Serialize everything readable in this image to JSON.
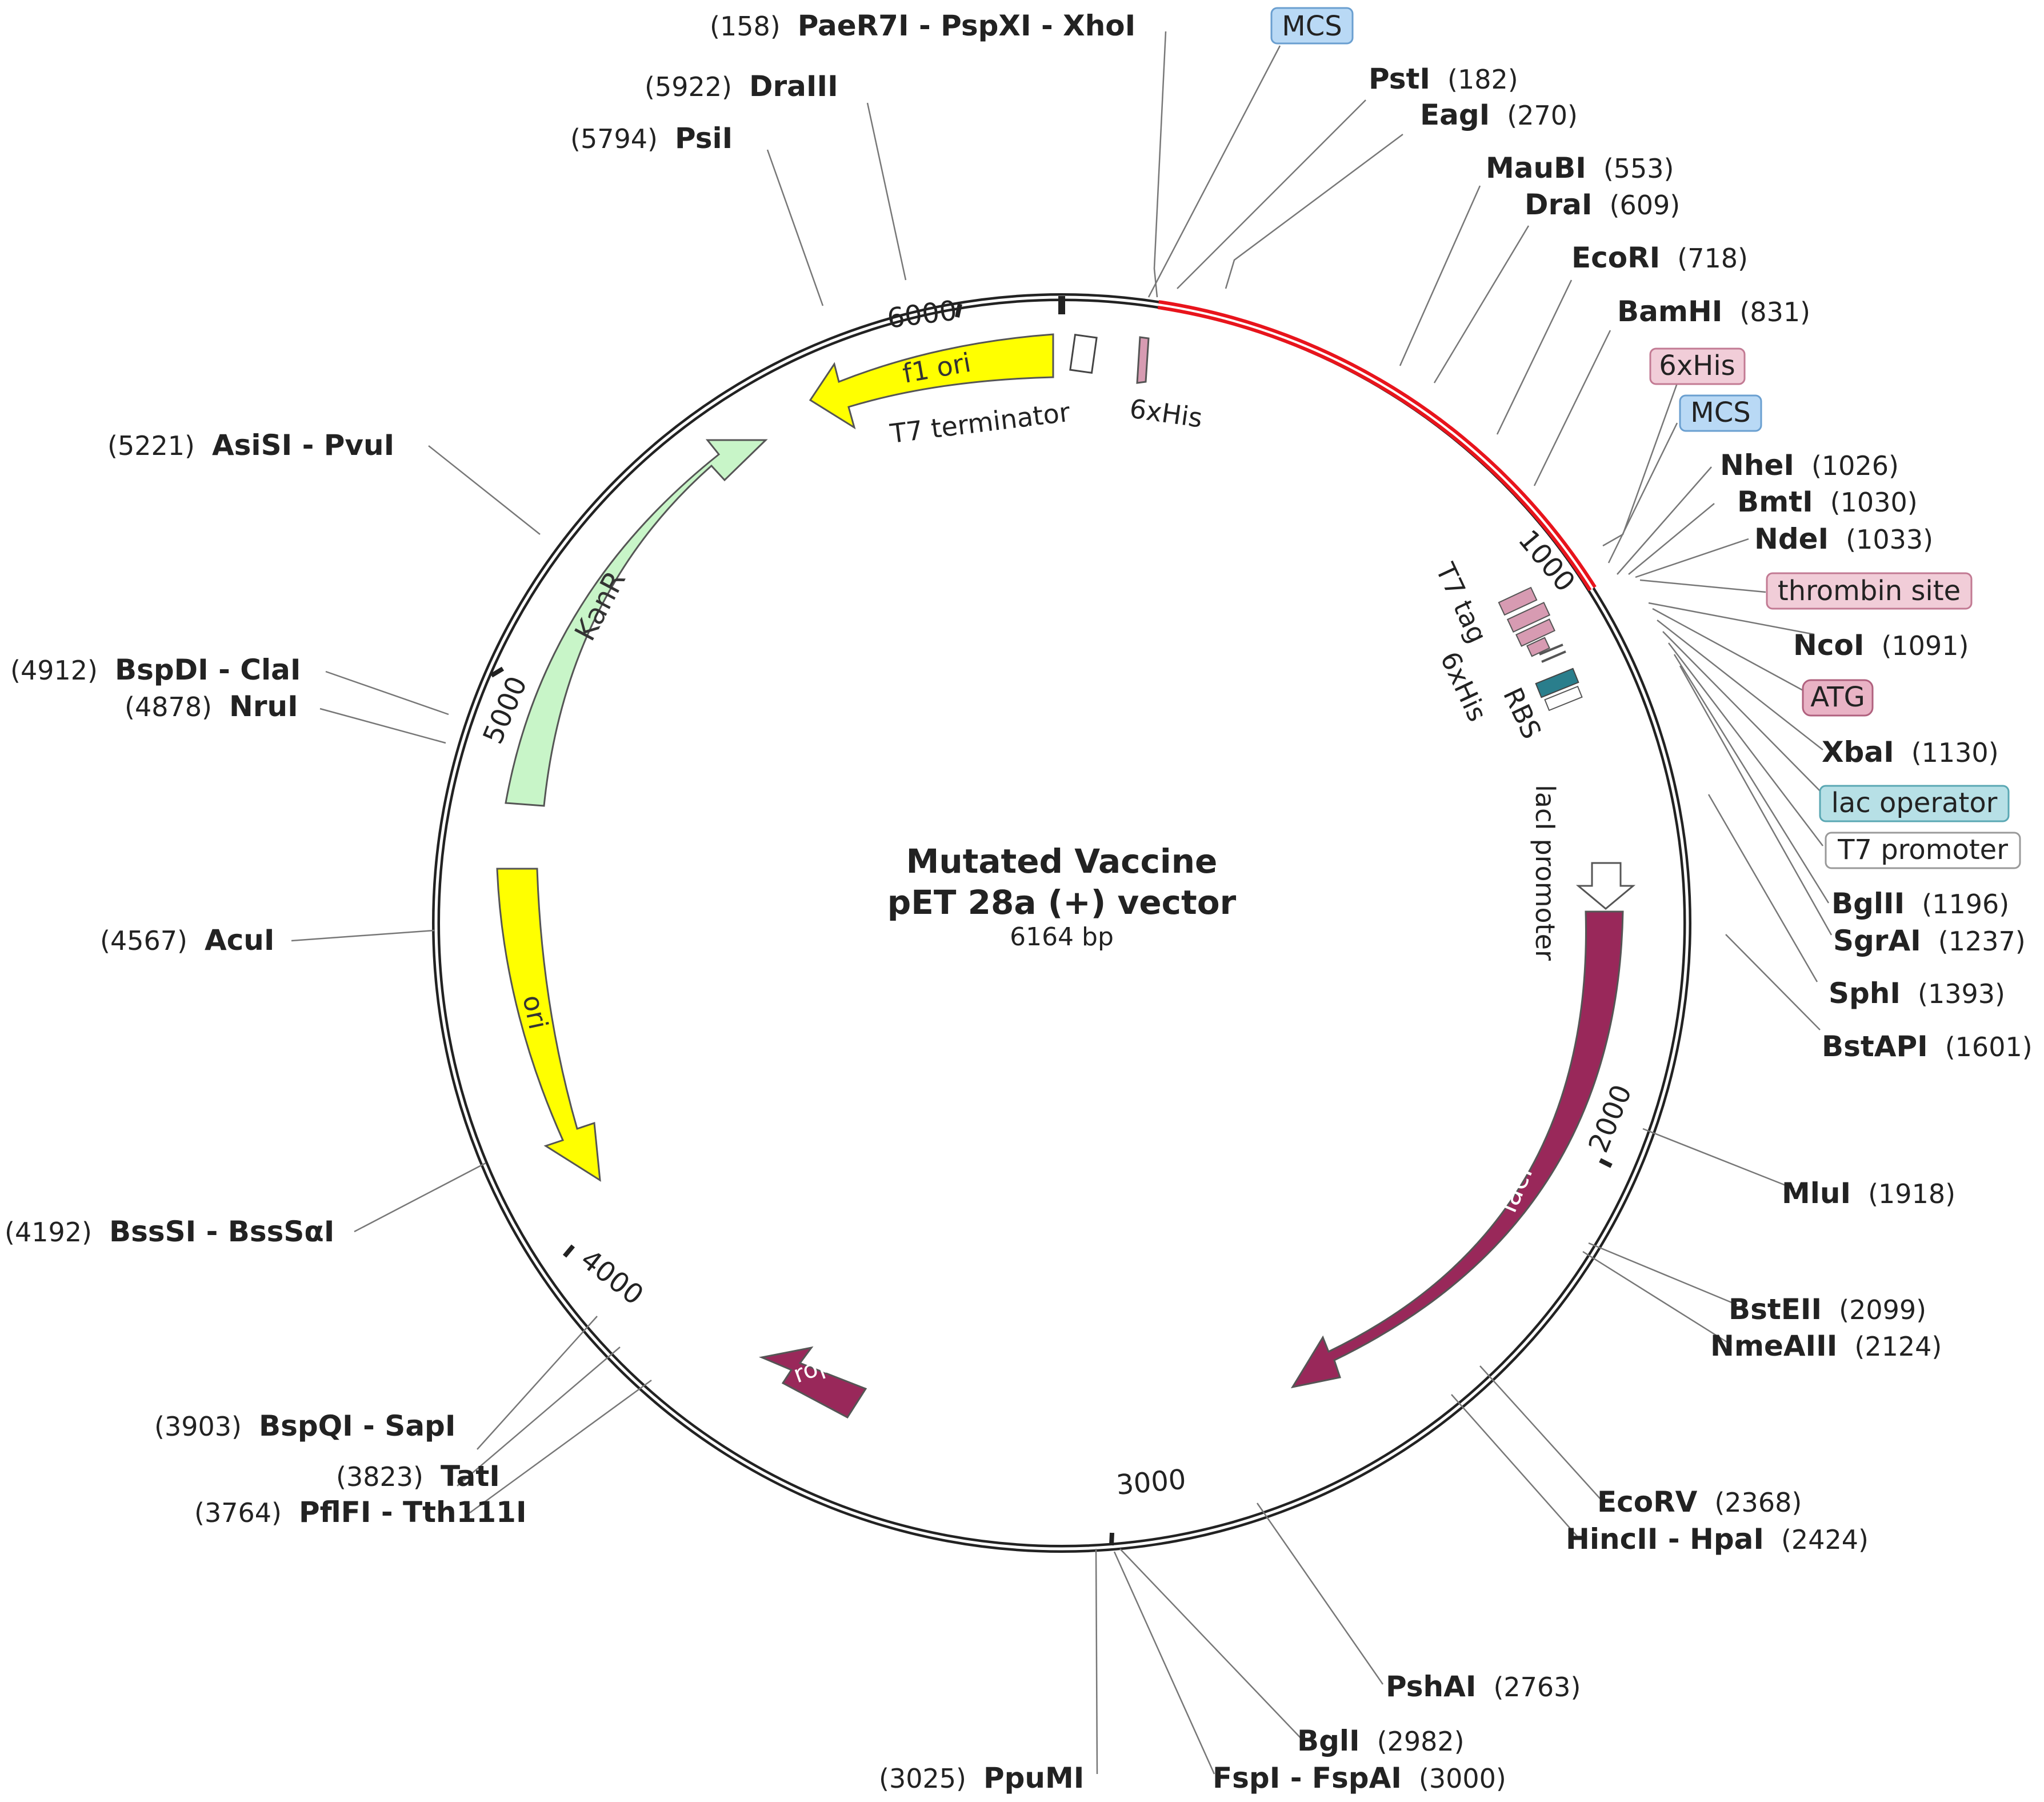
{
  "title": {
    "line1": "Mutated Vaccine",
    "line2": "pET 28a (+) vector",
    "length": "6164 bp"
  },
  "ticks": [
    "6000",
    "5000",
    "4000",
    "3000",
    "2000",
    "1000"
  ],
  "enzymes": [
    {
      "id": "paer7i",
      "name": "PaeR7I - PspXI - XhoI",
      "pos": "(158)"
    },
    {
      "id": "draiii",
      "name": "DraIII",
      "pos": "(5922)"
    },
    {
      "id": "psii",
      "name": "PsiI",
      "pos": "(5794)"
    },
    {
      "id": "asisi",
      "name": "AsiSI - PvuI",
      "pos": "(5221)"
    },
    {
      "id": "bspdi",
      "name": "BspDI - ClaI",
      "pos": "(4912)"
    },
    {
      "id": "nrui",
      "name": "NruI",
      "pos": "(4878)"
    },
    {
      "id": "acui",
      "name": "AcuI",
      "pos": "(4567)"
    },
    {
      "id": "bsssi",
      "name": "BssSI - BssSαI",
      "pos": "(4192)"
    },
    {
      "id": "bspqi",
      "name": "BspQI - SapI",
      "pos": "(3903)"
    },
    {
      "id": "tati",
      "name": "TatI",
      "pos": "(3823)"
    },
    {
      "id": "pflfi",
      "name": "PflFI - Tth111I",
      "pos": "(3764)"
    },
    {
      "id": "ppumi",
      "name": "PpuMI",
      "pos": "(3025)"
    },
    {
      "id": "bgli",
      "name": "BglI",
      "pos": "(2982)"
    },
    {
      "id": "fspi",
      "name": "FspI - FspAI",
      "pos": "(3000)"
    },
    {
      "id": "pshai",
      "name": "PshAI",
      "pos": "(2763)"
    },
    {
      "id": "ecorv",
      "name": "EcoRV",
      "pos": "(2368)"
    },
    {
      "id": "hincii",
      "name": "HincII - HpaI",
      "pos": "(2424)"
    },
    {
      "id": "bsteii",
      "name": "BstEII",
      "pos": "(2099)"
    },
    {
      "id": "nmeaiii",
      "name": "NmeAIII",
      "pos": "(2124)"
    },
    {
      "id": "mlui",
      "name": "MluI",
      "pos": "(1918)"
    },
    {
      "id": "bstapi",
      "name": "BstAPI",
      "pos": "(1601)"
    },
    {
      "id": "sphi",
      "name": "SphI",
      "pos": "(1393)"
    },
    {
      "id": "sgrai",
      "name": "SgrAI",
      "pos": "(1237)"
    },
    {
      "id": "bglii",
      "name": "BglII",
      "pos": "(1196)"
    },
    {
      "id": "xbai",
      "name": "XbaI",
      "pos": "(1130)"
    },
    {
      "id": "ncoi",
      "name": "NcoI",
      "pos": "(1091)"
    },
    {
      "id": "ndei",
      "name": "NdeI",
      "pos": "(1033)"
    },
    {
      "id": "bmti",
      "name": "BmtI",
      "pos": "(1030)"
    },
    {
      "id": "nhei",
      "name": "NheI",
      "pos": "(1026)"
    },
    {
      "id": "bamhi",
      "name": "BamHI",
      "pos": "(831)"
    },
    {
      "id": "ecori",
      "name": "EcoRI",
      "pos": "(718)"
    },
    {
      "id": "drai",
      "name": "DraI",
      "pos": "(609)"
    },
    {
      "id": "maubi",
      "name": "MauBI",
      "pos": "(553)"
    },
    {
      "id": "eagi",
      "name": "EagI",
      "pos": "(270)"
    },
    {
      "id": "psti",
      "name": "PstI",
      "pos": "(182)"
    }
  ],
  "feature_labels": [
    {
      "id": "mcs-top",
      "text": "MCS",
      "fill": "#b9d9f5",
      "stroke": "#6a9fd0"
    },
    {
      "id": "his-right",
      "text": "6xHis",
      "fill": "#f1cdd8",
      "stroke": "#c27a93"
    },
    {
      "id": "mcs-right",
      "text": "MCS",
      "fill": "#b9d9f5",
      "stroke": "#6a9fd0"
    },
    {
      "id": "thrombin",
      "text": "thrombin site",
      "fill": "#f1cdd8",
      "stroke": "#c27a93"
    },
    {
      "id": "atg",
      "text": "ATG",
      "fill": "#e9b3c5",
      "stroke": "#b0617e"
    },
    {
      "id": "lac-operator",
      "text": "lac operator",
      "fill": "#b7e0e6",
      "stroke": "#5aa7b3"
    },
    {
      "id": "t7-promoter",
      "text": "T7 promoter",
      "fill": "#ffffff",
      "stroke": "#999999"
    }
  ],
  "features": {
    "f1_ori": "f1 ori",
    "t7_terminator": "T7 terminator",
    "his_top": "6xHis",
    "kanr": "KanR",
    "ori": "ori",
    "laci_promoter": "lacI promoter",
    "laci": "lacI",
    "rop": "rop",
    "t7_tag": "T7 tag",
    "his_bottom": "6xHis",
    "rbs": "RBS"
  },
  "colors": {
    "backbone": "#222222",
    "insert": "#e8141c",
    "f1_ori": "#ffff00",
    "ori": "#ffff00",
    "kanr": "#c8f5c8",
    "laci": "#99285a",
    "rop": "#99285a",
    "his_tag": "#d79bb2",
    "rbs": "#2a7e8c"
  }
}
